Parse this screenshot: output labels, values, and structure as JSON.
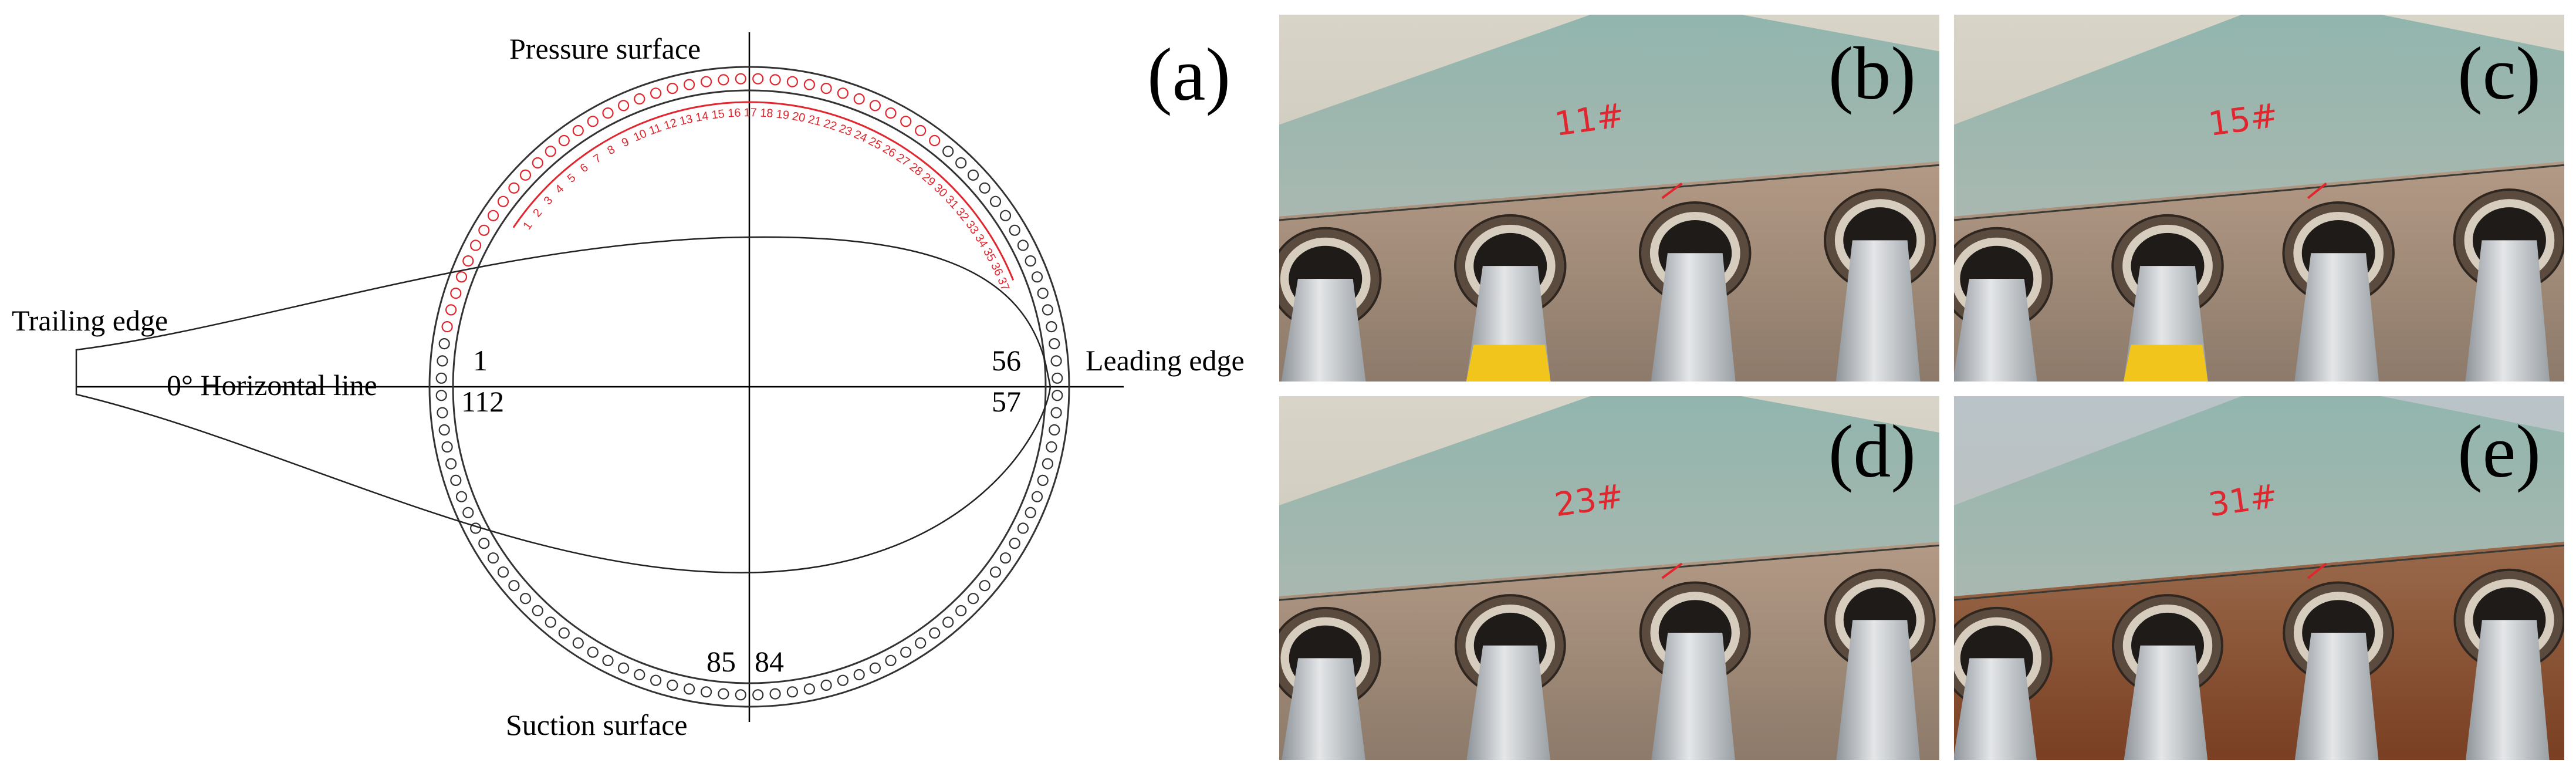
{
  "panel_a": {
    "letter": "(a)",
    "pressure_surface": "Pressure surface",
    "suction_surface": "Suction surface",
    "trailing_edge": "Trailing edge",
    "leading_edge": "Leading edge",
    "horizontal_line": "0° Horizontal line",
    "bolt_1": "1",
    "bolt_112": "112",
    "bolt_56": "56",
    "bolt_57": "57",
    "bolt_85": "85",
    "bolt_84": "84",
    "red_numbers": [
      "1",
      "2",
      "3",
      "4",
      "5",
      "6",
      "7",
      "8",
      "9",
      "10",
      "11",
      "12",
      "13",
      "14",
      "15",
      "16",
      "17",
      "18",
      "19",
      "20",
      "21",
      "22",
      "23",
      "24",
      "25",
      "26",
      "27",
      "28",
      "29",
      "30",
      "31",
      "32",
      "33",
      "34",
      "35",
      "36",
      "37"
    ]
  },
  "panel_b": {
    "letter": "(b)",
    "mark": "11#"
  },
  "panel_c": {
    "letter": "(c)",
    "mark": "15#"
  },
  "panel_d": {
    "letter": "(d)",
    "mark": "23#"
  },
  "panel_e": {
    "letter": "(e)",
    "mark": "31#"
  },
  "colors": {
    "red": "#e0262e",
    "concrete": "#8fa8a4",
    "rust": "#8a4a2c",
    "pipe": "#c9ccd0",
    "yellow": "#f2c51c"
  }
}
